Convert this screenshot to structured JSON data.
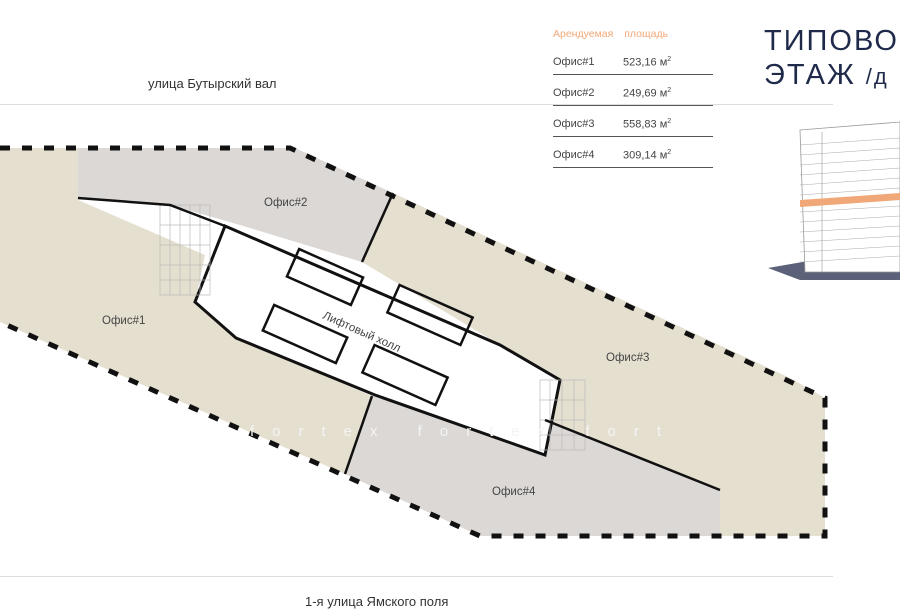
{
  "streets": {
    "top": "улица Бутырский вал",
    "bottom": "1-я улица Ямского поля"
  },
  "area_table": {
    "header": "Арендуемая площадь",
    "rows": [
      {
        "name": "Офис#1",
        "area": "523,16 м",
        "unit_sup": "2"
      },
      {
        "name": "Офис#2",
        "area": "249,69 м",
        "unit_sup": "2"
      },
      {
        "name": "Офис#3",
        "area": "558,83 м",
        "unit_sup": "2"
      },
      {
        "name": "Офис#4",
        "area": "309,14 м",
        "unit_sup": "2"
      }
    ]
  },
  "title": {
    "line1": "ТИПОВО",
    "line2": "ЭТАЖ",
    "line2_suffix": "/д"
  },
  "plan": {
    "offices": [
      "Офис#1",
      "Офис#2",
      "Офис#3",
      "Офис#4"
    ],
    "hall": "Лифтовый холл",
    "watermark": "fortex fortex fort"
  },
  "colors": {
    "office_beige": "#e5dfd0",
    "office_gray": "#dcd8d5",
    "accent": "#f0a878",
    "title": "#1f2a4a"
  }
}
